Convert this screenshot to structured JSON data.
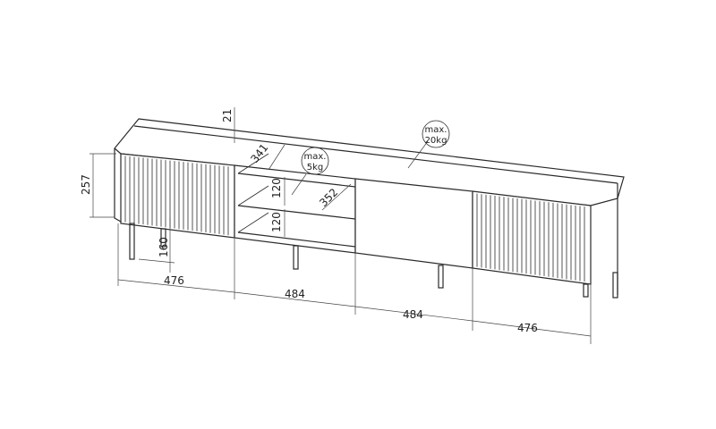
{
  "dimensions": {
    "top_thickness": "21",
    "depth_top": "341",
    "height_body": "257",
    "shelf_upper": "120",
    "shelf_lower": "120",
    "shelf_depth": "352",
    "leg_height": "160",
    "width_1": "476",
    "width_2": "484",
    "width_3": "484",
    "width_4": "476"
  },
  "load_labels": {
    "shelf": {
      "line1": "max.",
      "line2": "5kg"
    },
    "top": {
      "line1": "max.",
      "line2": "20kg"
    }
  }
}
